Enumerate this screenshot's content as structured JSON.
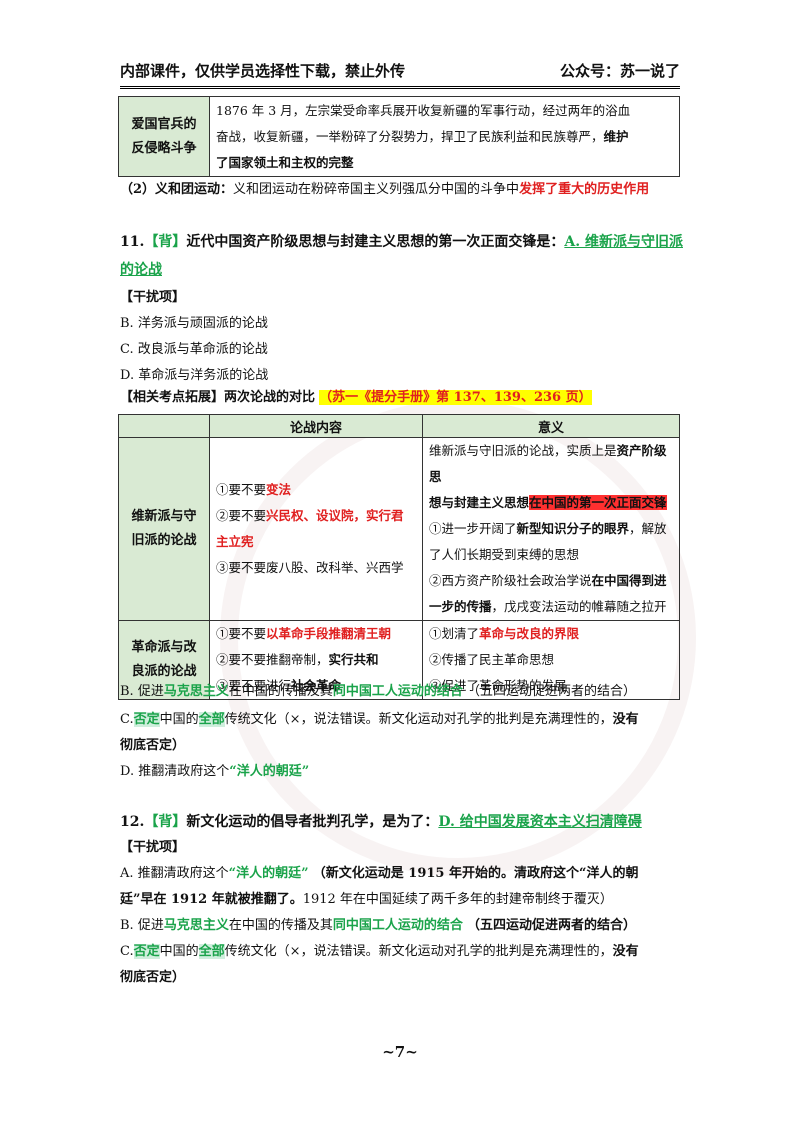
{
  "header": {
    "left": "内部课件，仅供学员选择性下载，禁止外传",
    "right": "公众号：苏一说了"
  },
  "top_table": {
    "label": "爱国官兵的反侵略斗争",
    "label_l1": "爱国官兵的",
    "label_l2": "反侵略斗争",
    "line1": "1876 年 3 月，左宗棠受命率兵展开收复新疆的军事行动，经过两年的浴血",
    "line2": "奋战，收复新疆，一举粉碎了分裂势力，捍卫了民族利益和民族尊严，",
    "line2_bold": "维护",
    "line3_bold": "了国家领土和主权的完整"
  },
  "boxer": {
    "prefix": "（2）义和团运动：",
    "text": "义和团运动在粉碎帝国主义列强瓜分中国的斗争中",
    "red": "发挥了重大的历史作用"
  },
  "q11": {
    "num": "11.",
    "tag": "【背】",
    "stem": "近代中国资产阶级思想与封建主义思想的第一次正面交锋是：",
    "answer_l1": "A. 维新派与守旧派",
    "answer_l2": "的论战",
    "distractor_title": "【干扰项】",
    "options": [
      "B. 洋务派与顽固派的论战",
      "C. 改良派与革命派的论战",
      "D. 革命派与洋务派的论战"
    ],
    "ext_label": "【相关考点拓展】两次论战的对比",
    "ext_ref": "（苏一《提分手册》第 137、139、236 页）"
  },
  "compare_table": {
    "col1": "论战内容",
    "col2": "意义",
    "row1": {
      "label_l1": "维新派与守",
      "label_l2": "旧派的论战",
      "c1": [
        "①要不要",
        "变法",
        "②要不要",
        "兴民权、设议院，实行君",
        "主立宪",
        "③要不要废八股、改科举、兴西学"
      ],
      "m1": "维新派与守旧派的论战，实质上是",
      "m1b": "资产阶级思",
      "m2b": "想与封建主义思想",
      "m2r": "在中国的第一次正面交锋",
      "m3": "①进一步开阔了",
      "m3b": "新型知识分子的眼界",
      "m3e": "，解放",
      "m4": "了人们长期受到束缚的思想",
      "m5": "②西方资产阶级社会政治学说",
      "m5b": "在中国得到进",
      "m6b": "一步的传播",
      "m6": "，戊戌变法运动的帷幕随之拉开"
    },
    "row2": {
      "label_l1": "革命派与改",
      "label_l2": "良派的论战",
      "c1a": "①要不要",
      "c1ar": "以革命手段推翻清王朝",
      "c1b": "②要不要推翻帝制，",
      "c1bb": "实行共和",
      "c1c": "③要不要进行",
      "c1cb": "社会革命",
      "m1": "①划清了",
      "m1r": "革命与改良的界限",
      "m2": "②传播了民主革命思想",
      "m3": "③促进了革命形势的发展"
    }
  },
  "q11_after": {
    "b_pre": "B. 促进",
    "b_g1": "马克思主义",
    "b_mid": "在中国的传播及其",
    "b_g2": "同中国工人运动的结合",
    "b_end": "（五四运动促进两者的结合）",
    "c_pre": "C.",
    "c_g1": "否定",
    "c_mid": "中国的",
    "c_g2": "全部",
    "c_end": "传统文化（×，说法错误。新文化运动对孔学的批判是充满理性的，",
    "c_end_b": "没有",
    "c_l2": "彻底否定）",
    "d_pre": "D. 推翻清政府这个",
    "d_g": "“洋人的朝廷”"
  },
  "q12": {
    "num": "12.",
    "tag": "【背】",
    "stem": "新文化运动的倡导者批判孔学，是为了：",
    "answer": "D. 给中国发展资本主义扫清障碍",
    "distractor_title": "【干扰项】",
    "a_pre": "A. 推翻清政府这个",
    "a_g": "“洋人的朝廷”",
    "a_b1": "（新文化运动是 1915 年开始的。清政府这个“洋人的朝",
    "a_b2": "廷”早在 1912 年就被推翻了。",
    "a_end": "1912 年在中国延续了两千多年的封建帝制终于覆灭）",
    "b_pre": "B. 促进",
    "b_g1": "马克思主义",
    "b_mid": "在中国的传播及其",
    "b_g2": "同中国工人运动的结合",
    "b_end": "（五四运动促进两者的结合）",
    "c_pre": "C.",
    "c_g1": "否定",
    "c_mid": "中国的",
    "c_g2": "全部",
    "c_end": "传统文化（×，说法错误。新文化运动对孔学的批判是充满理性的，",
    "c_end_b": "没有",
    "c_l2": "彻底否定）"
  },
  "footer": {
    "page": "~7~"
  }
}
